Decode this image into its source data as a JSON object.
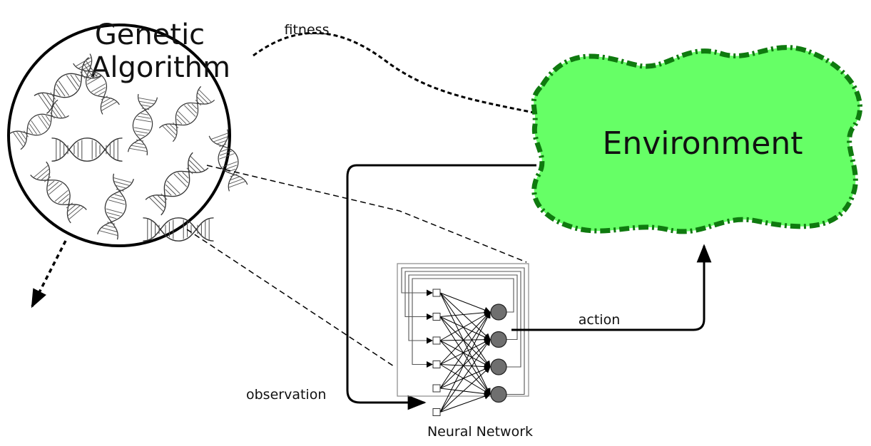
{
  "ga": {
    "title_line1": "Genetic",
    "title_line2": "Algorithm"
  },
  "environment": {
    "label": "Environment",
    "fill": "#66ff66",
    "stroke": "#0f7a0f"
  },
  "network": {
    "label": "Neural Network",
    "inputs": 6,
    "hidden": 4,
    "node_fill": "#6f6f6f"
  },
  "edges": {
    "fitness": "fitness",
    "action": "action",
    "observation": "observation"
  },
  "icons": {
    "dna": "dna-helix-icon",
    "arrow": "arrowhead-icon"
  }
}
